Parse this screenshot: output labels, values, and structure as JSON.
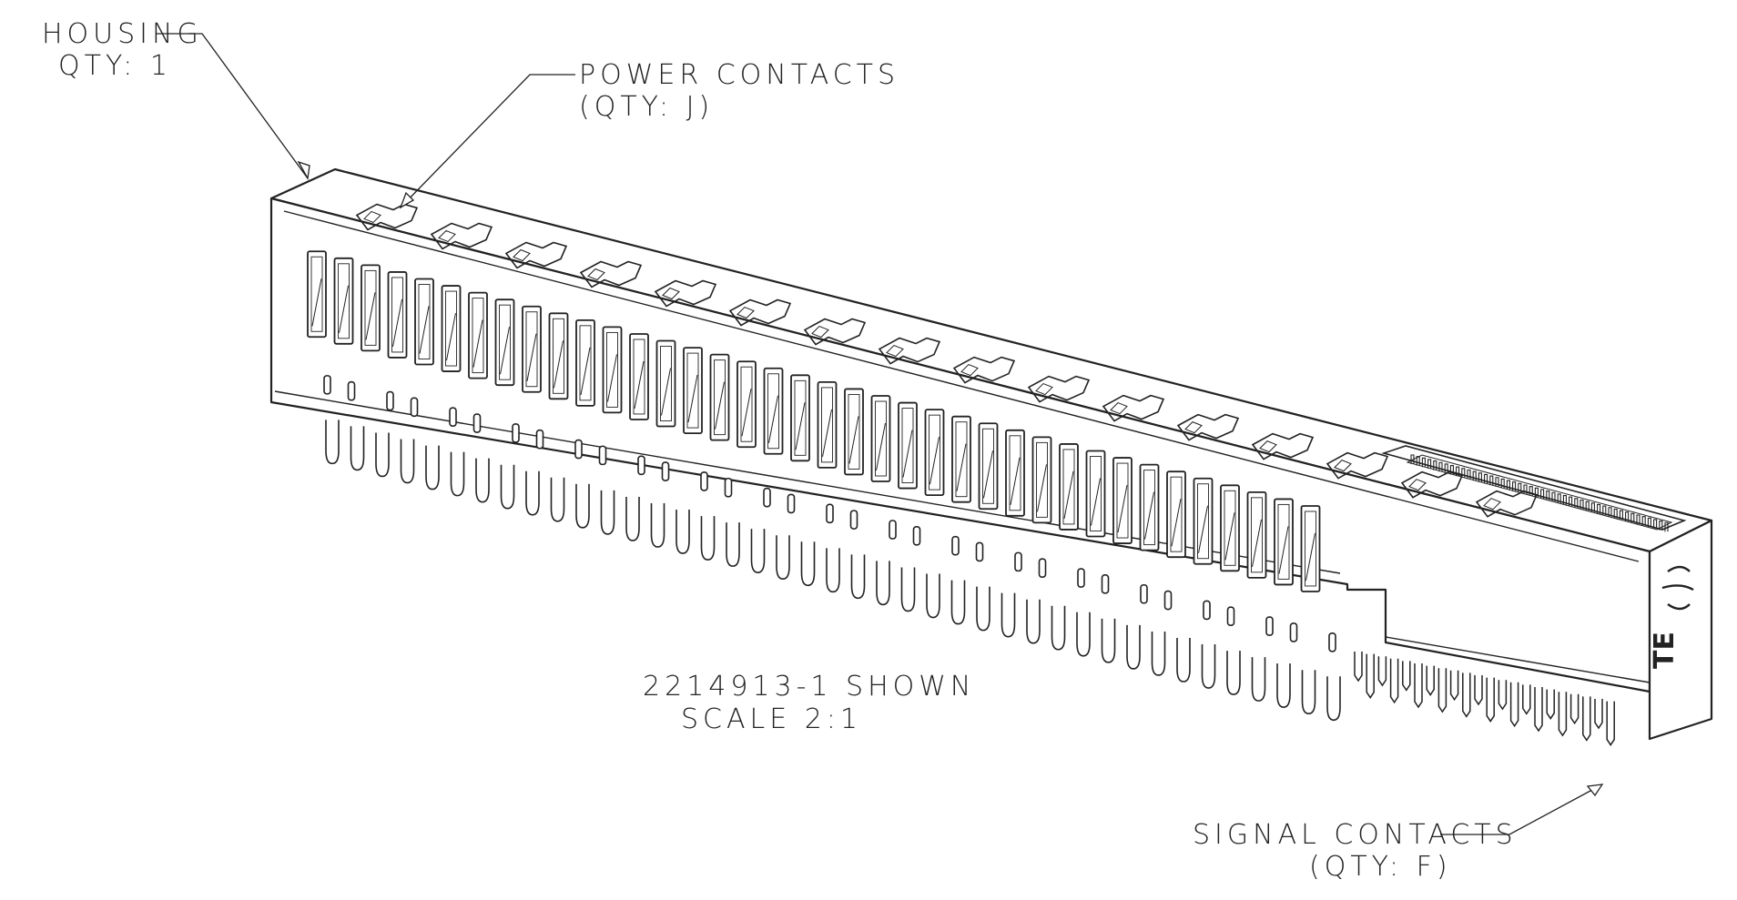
{
  "callouts": {
    "housing": {
      "line1": "HOUSING",
      "line2": "QTY: 1"
    },
    "power_contacts": {
      "line1": "POWER CONTACTS",
      "line2": "(QTY: J)"
    },
    "signal_contacts": {
      "line1": "SIGNAL CONTACTS",
      "line2": "(QTY: F)"
    }
  },
  "view_note": {
    "line1": "2214913-1 SHOWN",
    "line2": "SCALE 2:1"
  },
  "brand_mark": "TE",
  "colors": {
    "line": "#222222",
    "background": "#ffffff"
  }
}
